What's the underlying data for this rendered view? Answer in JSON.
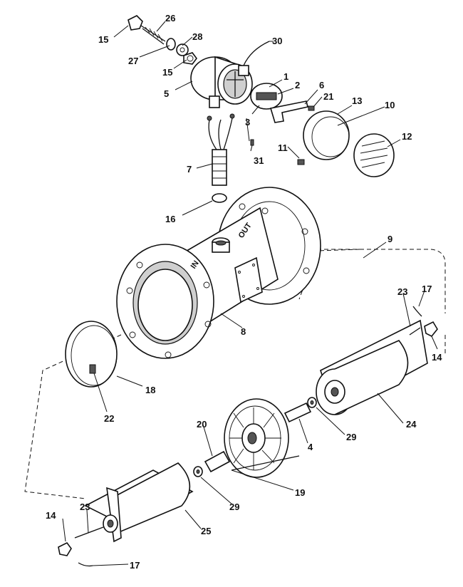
{
  "callouts": {
    "c1": "1",
    "c2": "2",
    "c3": "3",
    "c4": "4",
    "c5": "5",
    "c6": "6",
    "c7": "7",
    "c8": "8",
    "c9": "9",
    "c10": "10",
    "c11": "11",
    "c12": "12",
    "c13": "13",
    "c14a": "14",
    "c14b": "14",
    "c15a": "15",
    "c15b": "15",
    "c16": "16",
    "c17a": "17",
    "c17b": "17",
    "c18": "18",
    "c19": "19",
    "c20": "20",
    "c21": "21",
    "c22": "22",
    "c23a": "23",
    "c23b": "23",
    "c24": "24",
    "c25": "25",
    "c26": "26",
    "c27": "27",
    "c28": "28",
    "c29a": "29",
    "c29b": "29",
    "c30": "30",
    "c31": "31"
  },
  "body_markings": {
    "inlet": "IN",
    "outlet": "OUT"
  }
}
